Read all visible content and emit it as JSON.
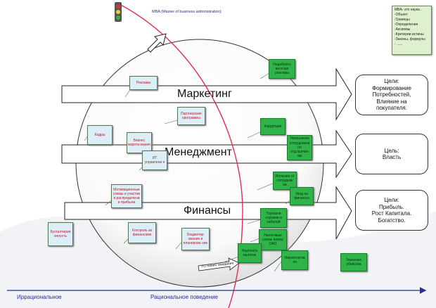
{
  "title": "MBA (Master of business administration)",
  "note": {
    "lines": [
      "MBA- это наука .",
      "-Объект",
      "-Границы",
      "-Определения",
      "-Аксиомы",
      "-Критерии истины",
      "-Законы, формулы",
      "- ......"
    ]
  },
  "bands": {
    "marketing": "Маркетинг",
    "management": "Менеджмент",
    "finance": "Финансы"
  },
  "goals": {
    "marketing": [
      "Цели:",
      "Формирование",
      "Потребностей,",
      "Влияние на",
      "покупателя."
    ],
    "management": [
      "Цель:",
      "Власть"
    ],
    "finance": [
      "Цели:",
      "Прибыль.",
      "Рост Капитала.",
      "Богатство."
    ]
  },
  "stickies": {
    "advertising": "Реклама",
    "unfair_ads": "Недобросо вестная реклама",
    "partner_programs": "Партнерские программы",
    "personnel": "Кадры",
    "business_processes": "Бизнес ворота мания",
    "it_management": "ИТ управлени е",
    "corruption": "Коррупция",
    "staff_dismissal": "Увольнение сотрудников по отд.причин ам",
    "motivation": "Мотивационные схемы и участие в распределени и прибыли",
    "hiding_info": "Иллюзия от сотрудник ов",
    "bad_financing": "Увод на финансы",
    "trade_deals": "Торговля слухами и кабалой",
    "accounting": "Бухгалтерия ачность",
    "finance_control": "Контроль за финансами",
    "budget": "Бюджетир ование и планирова ние",
    "tax_schemes": "Налоговые схемы вокруг ОАО",
    "tax_evasion": "Неуплата налогов",
    "drug_trade": "Наркоторгов ля",
    "contract_killings": "Заказные убийства"
  },
  "arrow_label": "ТО линия ожидания",
  "axis": {
    "left": "Иррациональное",
    "middle": "Рациональное поведение"
  },
  "colors": {
    "accent_red": "#e03050",
    "axis_blue": "#2a2aa0",
    "sticky_green": "#2fb44a",
    "sticky_blue": "#dceef7"
  }
}
